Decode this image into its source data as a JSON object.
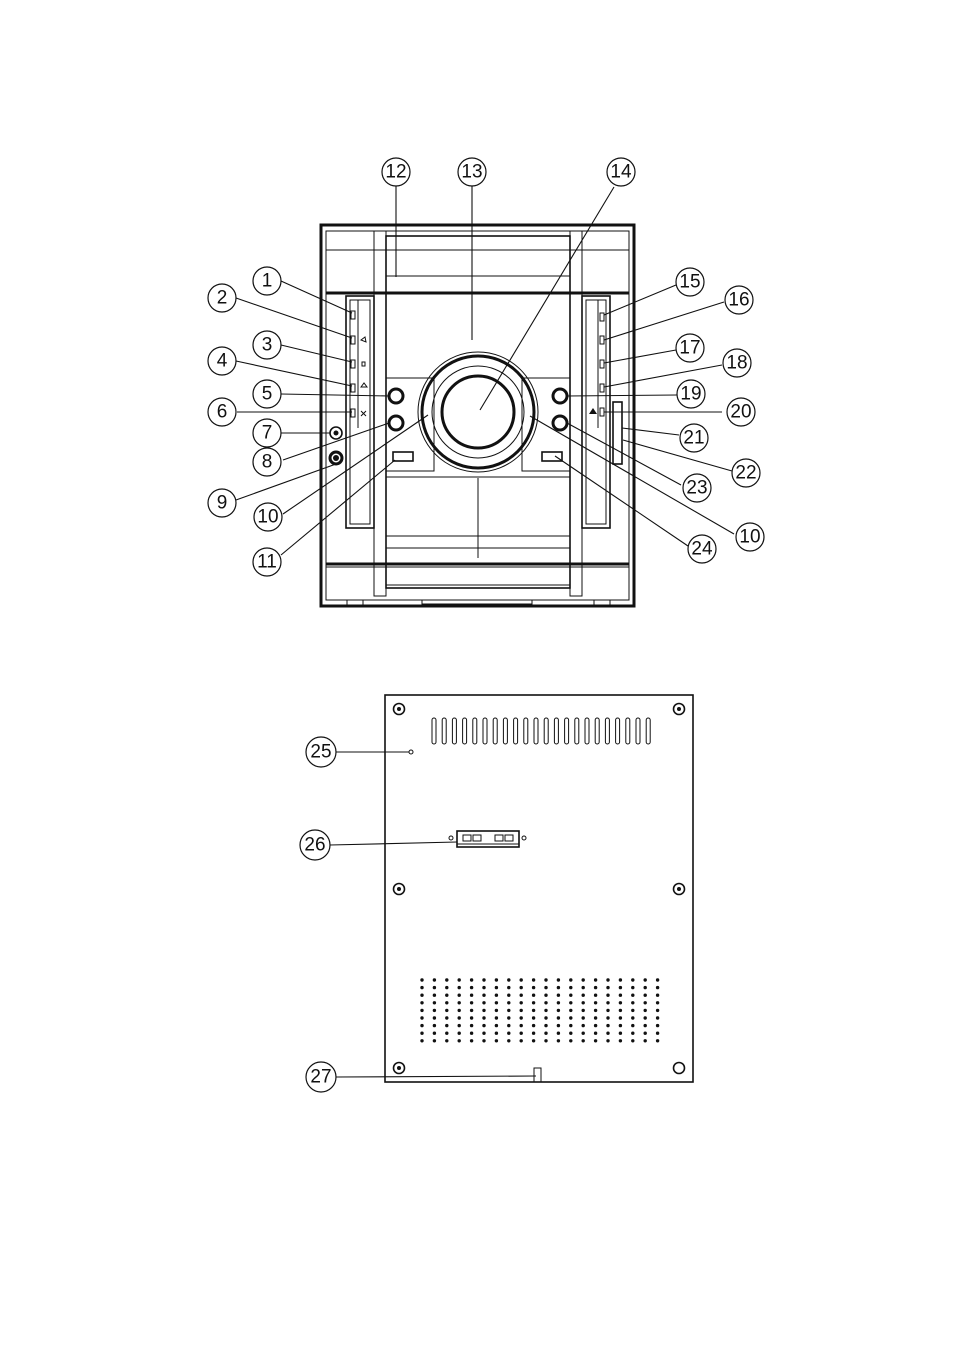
{
  "front_view": {
    "callouts": [
      {
        "label": "1"
      },
      {
        "label": "2"
      },
      {
        "label": "3"
      },
      {
        "label": "4"
      },
      {
        "label": "5"
      },
      {
        "label": "6"
      },
      {
        "label": "7"
      },
      {
        "label": "8"
      },
      {
        "label": "9"
      },
      {
        "label": "10"
      },
      {
        "label": "11"
      },
      {
        "label": "12"
      },
      {
        "label": "13"
      },
      {
        "label": "14"
      },
      {
        "label": "15"
      },
      {
        "label": "16"
      },
      {
        "label": "17"
      },
      {
        "label": "18"
      },
      {
        "label": "19"
      },
      {
        "label": "20"
      },
      {
        "label": "21"
      },
      {
        "label": "22"
      },
      {
        "label": "23"
      },
      {
        "label": "10"
      },
      {
        "label": "24"
      }
    ]
  },
  "rear_view": {
    "callouts": [
      {
        "label": "25"
      },
      {
        "label": "26"
      },
      {
        "label": "27"
      }
    ]
  }
}
